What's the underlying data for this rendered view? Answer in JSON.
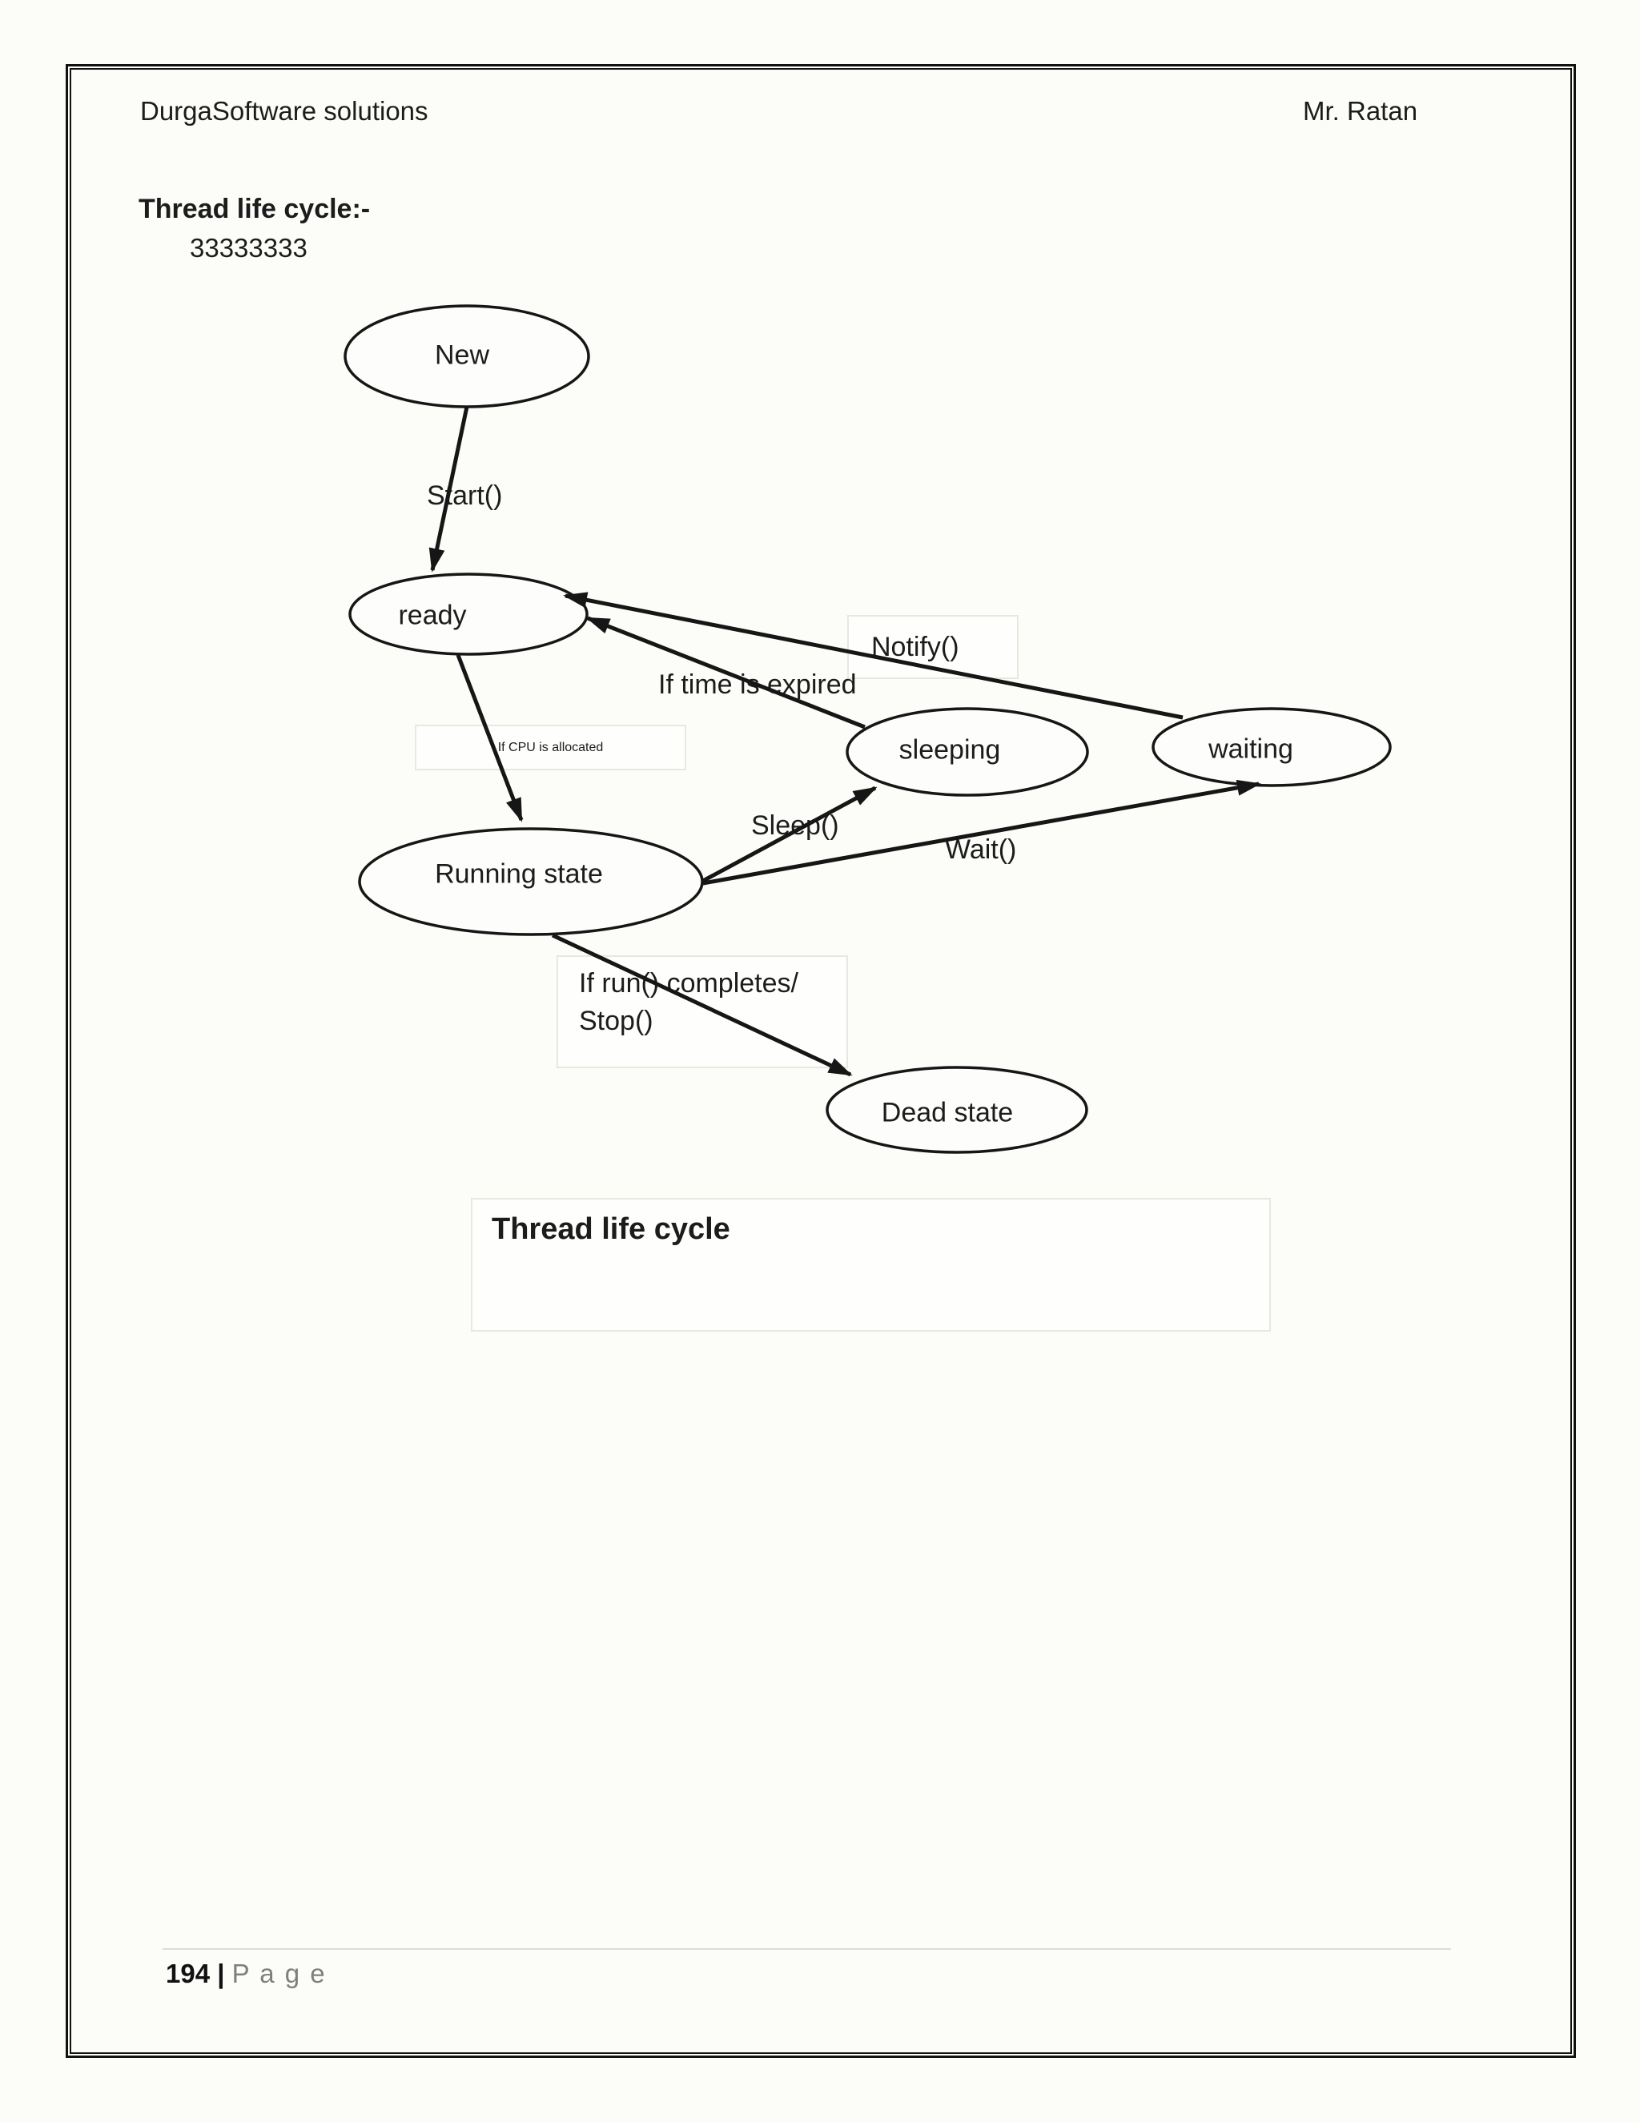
{
  "page": {
    "header_left": "DurgaSoftware solutions",
    "header_right": "Mr. Ratan",
    "section_title": "Thread life cycle:-",
    "subtitle_digits": "33333333",
    "footer": {
      "number": "194 |",
      "word": "P a g e"
    }
  },
  "diagram": {
    "caption": "Thread life cycle",
    "nodes": {
      "new": "New",
      "ready": "ready",
      "sleeping": "sleeping",
      "waiting": "waiting",
      "running": "Running state",
      "dead": "Dead state"
    },
    "transitions": {
      "start": "Start()",
      "cpu_allocated": "If CPU is allocated",
      "time_expired": "If time is expired",
      "notify": "Notify()",
      "sleep": "Sleep()",
      "wait": "Wait()",
      "run_line1": "If run() completes/",
      "run_line2": "Stop()"
    },
    "colors": {
      "ink": "#1c1c1c",
      "stroke": "#161616",
      "box_border": "#e8e8e1",
      "footer_gray": "#7f7f7f"
    }
  }
}
